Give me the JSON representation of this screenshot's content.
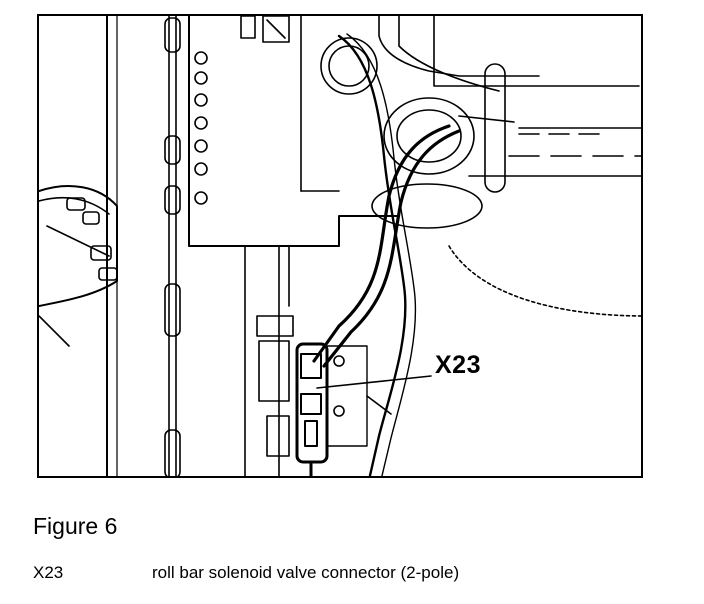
{
  "figure": {
    "callout_label": "X23",
    "caption": "Figure 6"
  },
  "legend": [
    {
      "code": "X23",
      "description": "roll bar solenoid valve connector (2-pole)"
    }
  ]
}
